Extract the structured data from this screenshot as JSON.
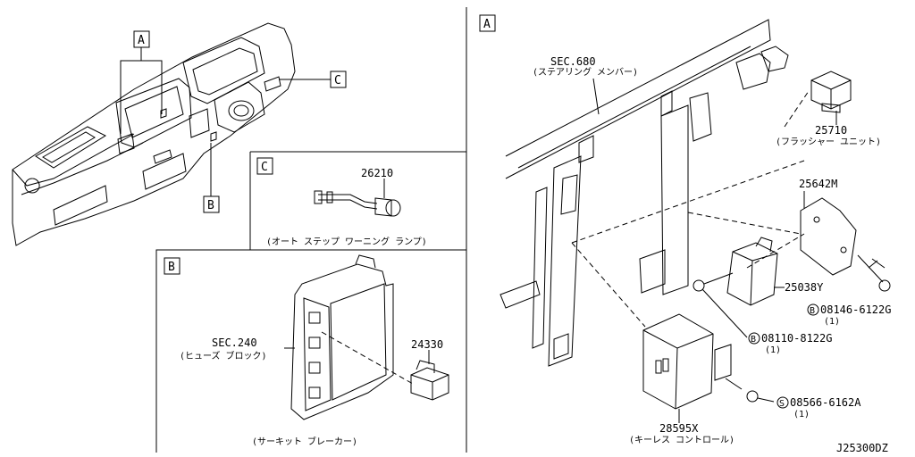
{
  "diagram_id": "J25300DZ",
  "overview": {
    "callouts": [
      "A",
      "C",
      "B"
    ]
  },
  "panel_c": {
    "label": "C",
    "parts": [
      {
        "number": "26210"
      }
    ],
    "caption": "(オート ステップ ワーニング ランプ)"
  },
  "panel_b": {
    "label": "B",
    "ref_section": "SEC.240",
    "ref_name": "(ヒューズ ブロック)",
    "parts": [
      {
        "number": "24330"
      }
    ],
    "caption": "(サーキット ブレーカー)"
  },
  "panel_a": {
    "label": "A",
    "ref_section": "SEC.680",
    "ref_name": "(ステアリング メンバー)",
    "parts": [
      {
        "number": "25710",
        "name": "(フラッシャー ユニット)"
      },
      {
        "number": "25642M"
      },
      {
        "number": "25038Y"
      },
      {
        "number": "28595X",
        "name": "(キーレス コントロール)"
      }
    ],
    "fasteners": [
      {
        "prefix": "B",
        "number": "08146-6122G",
        "qty": "(1)"
      },
      {
        "prefix": "B",
        "number": "08110-8122G",
        "qty": "(1)"
      },
      {
        "prefix": "S",
        "number": "08566-6162A",
        "qty": "(1)"
      }
    ]
  }
}
